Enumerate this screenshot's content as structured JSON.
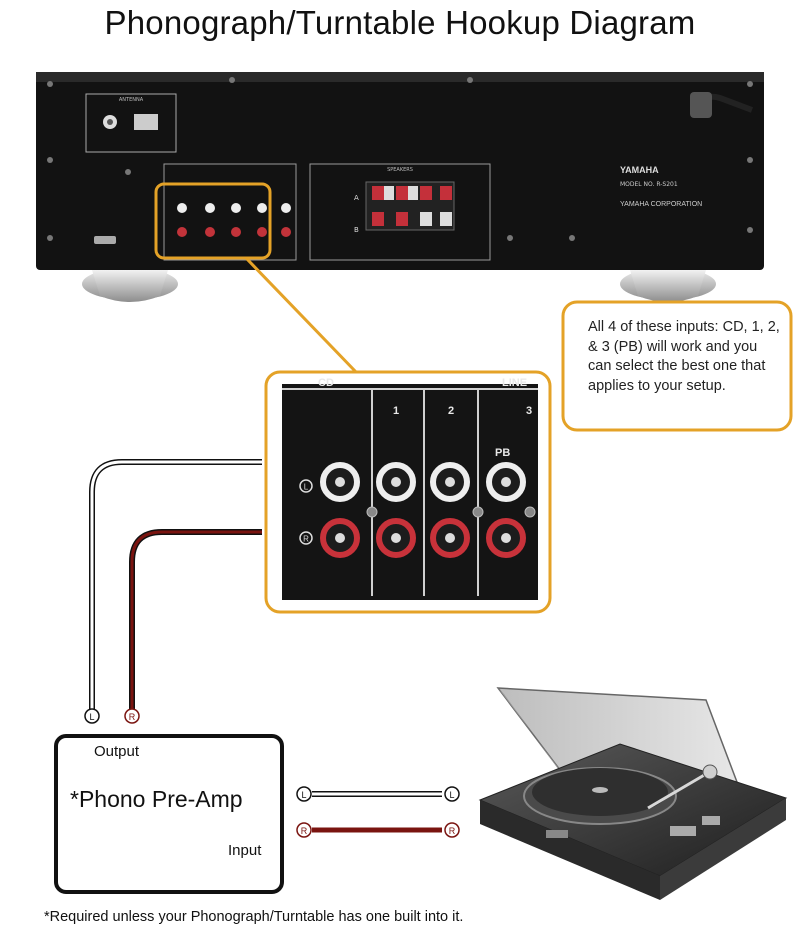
{
  "title": "Phonograph/Turntable Hookup Diagram",
  "receiver": {
    "brand": "YAMAHA",
    "model_line": "MODEL NO.  R-S201",
    "corporation": "YAMAHA CORPORATION",
    "antenna_label": "ANTENNA",
    "speakers_label": "SPEAKERS",
    "speaker_a": "A",
    "speaker_b": "B"
  },
  "inputs_panel": {
    "cd_label": "CD",
    "line_label": "LINE",
    "col_labels": [
      "1",
      "2",
      "3"
    ],
    "pb_label": "PB",
    "left_marker": "L",
    "right_marker": "R"
  },
  "callout": {
    "text": "All 4 of these inputs: CD, 1, 2, & 3 (PB) will work and you can select the best one that applies to your setup."
  },
  "preamp": {
    "name": "*Phono Pre-Amp",
    "output_label": "Output",
    "input_label": "Input"
  },
  "cable_markers": {
    "left": "L",
    "right": "R"
  },
  "footnote": "*Required unless your Phonograph/Turntable has one built into it.",
  "colors": {
    "accent": "#e4a227",
    "red_cable": "#7a1410",
    "panel": "#141414"
  }
}
